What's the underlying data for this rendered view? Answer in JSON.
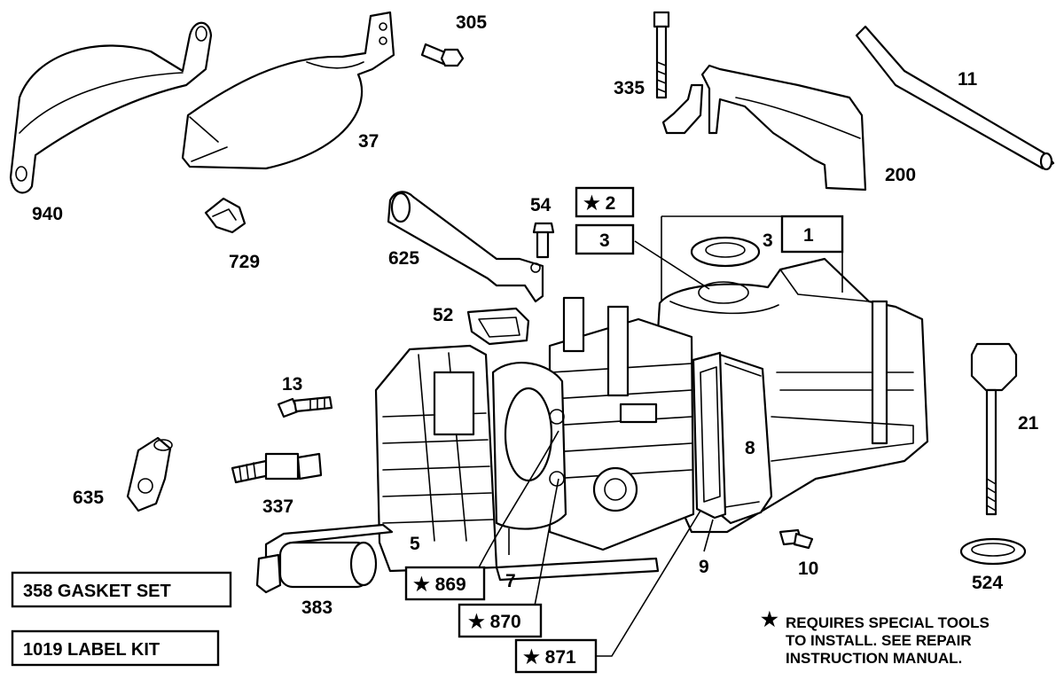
{
  "parts": {
    "p940": "940",
    "p37": "37",
    "p729": "729",
    "p305": "305",
    "p335": "335",
    "p11": "11",
    "p200": "200",
    "p54": "54",
    "p625": "625",
    "p52": "52",
    "p3_plain": "3",
    "p13": "13",
    "p337": "337",
    "p635": "635",
    "p5": "5",
    "p383": "383",
    "p7": "7",
    "p8": "8",
    "p9": "9",
    "p10": "10",
    "p21": "21",
    "p524": "524"
  },
  "boxed": {
    "b2": "★ 2",
    "b3": "3",
    "b1": "1",
    "b869": "★ 869",
    "b870": "★ 870",
    "b871": "★ 871"
  },
  "kits": {
    "gasket_set": "358 GASKET SET",
    "label_kit": "1019 LABEL KIT"
  },
  "note": {
    "star": "★",
    "line1": "REQUIRES SPECIAL TOOLS",
    "line2": "TO INSTALL.  SEE REPAIR",
    "line3": "INSTRUCTION MANUAL."
  }
}
